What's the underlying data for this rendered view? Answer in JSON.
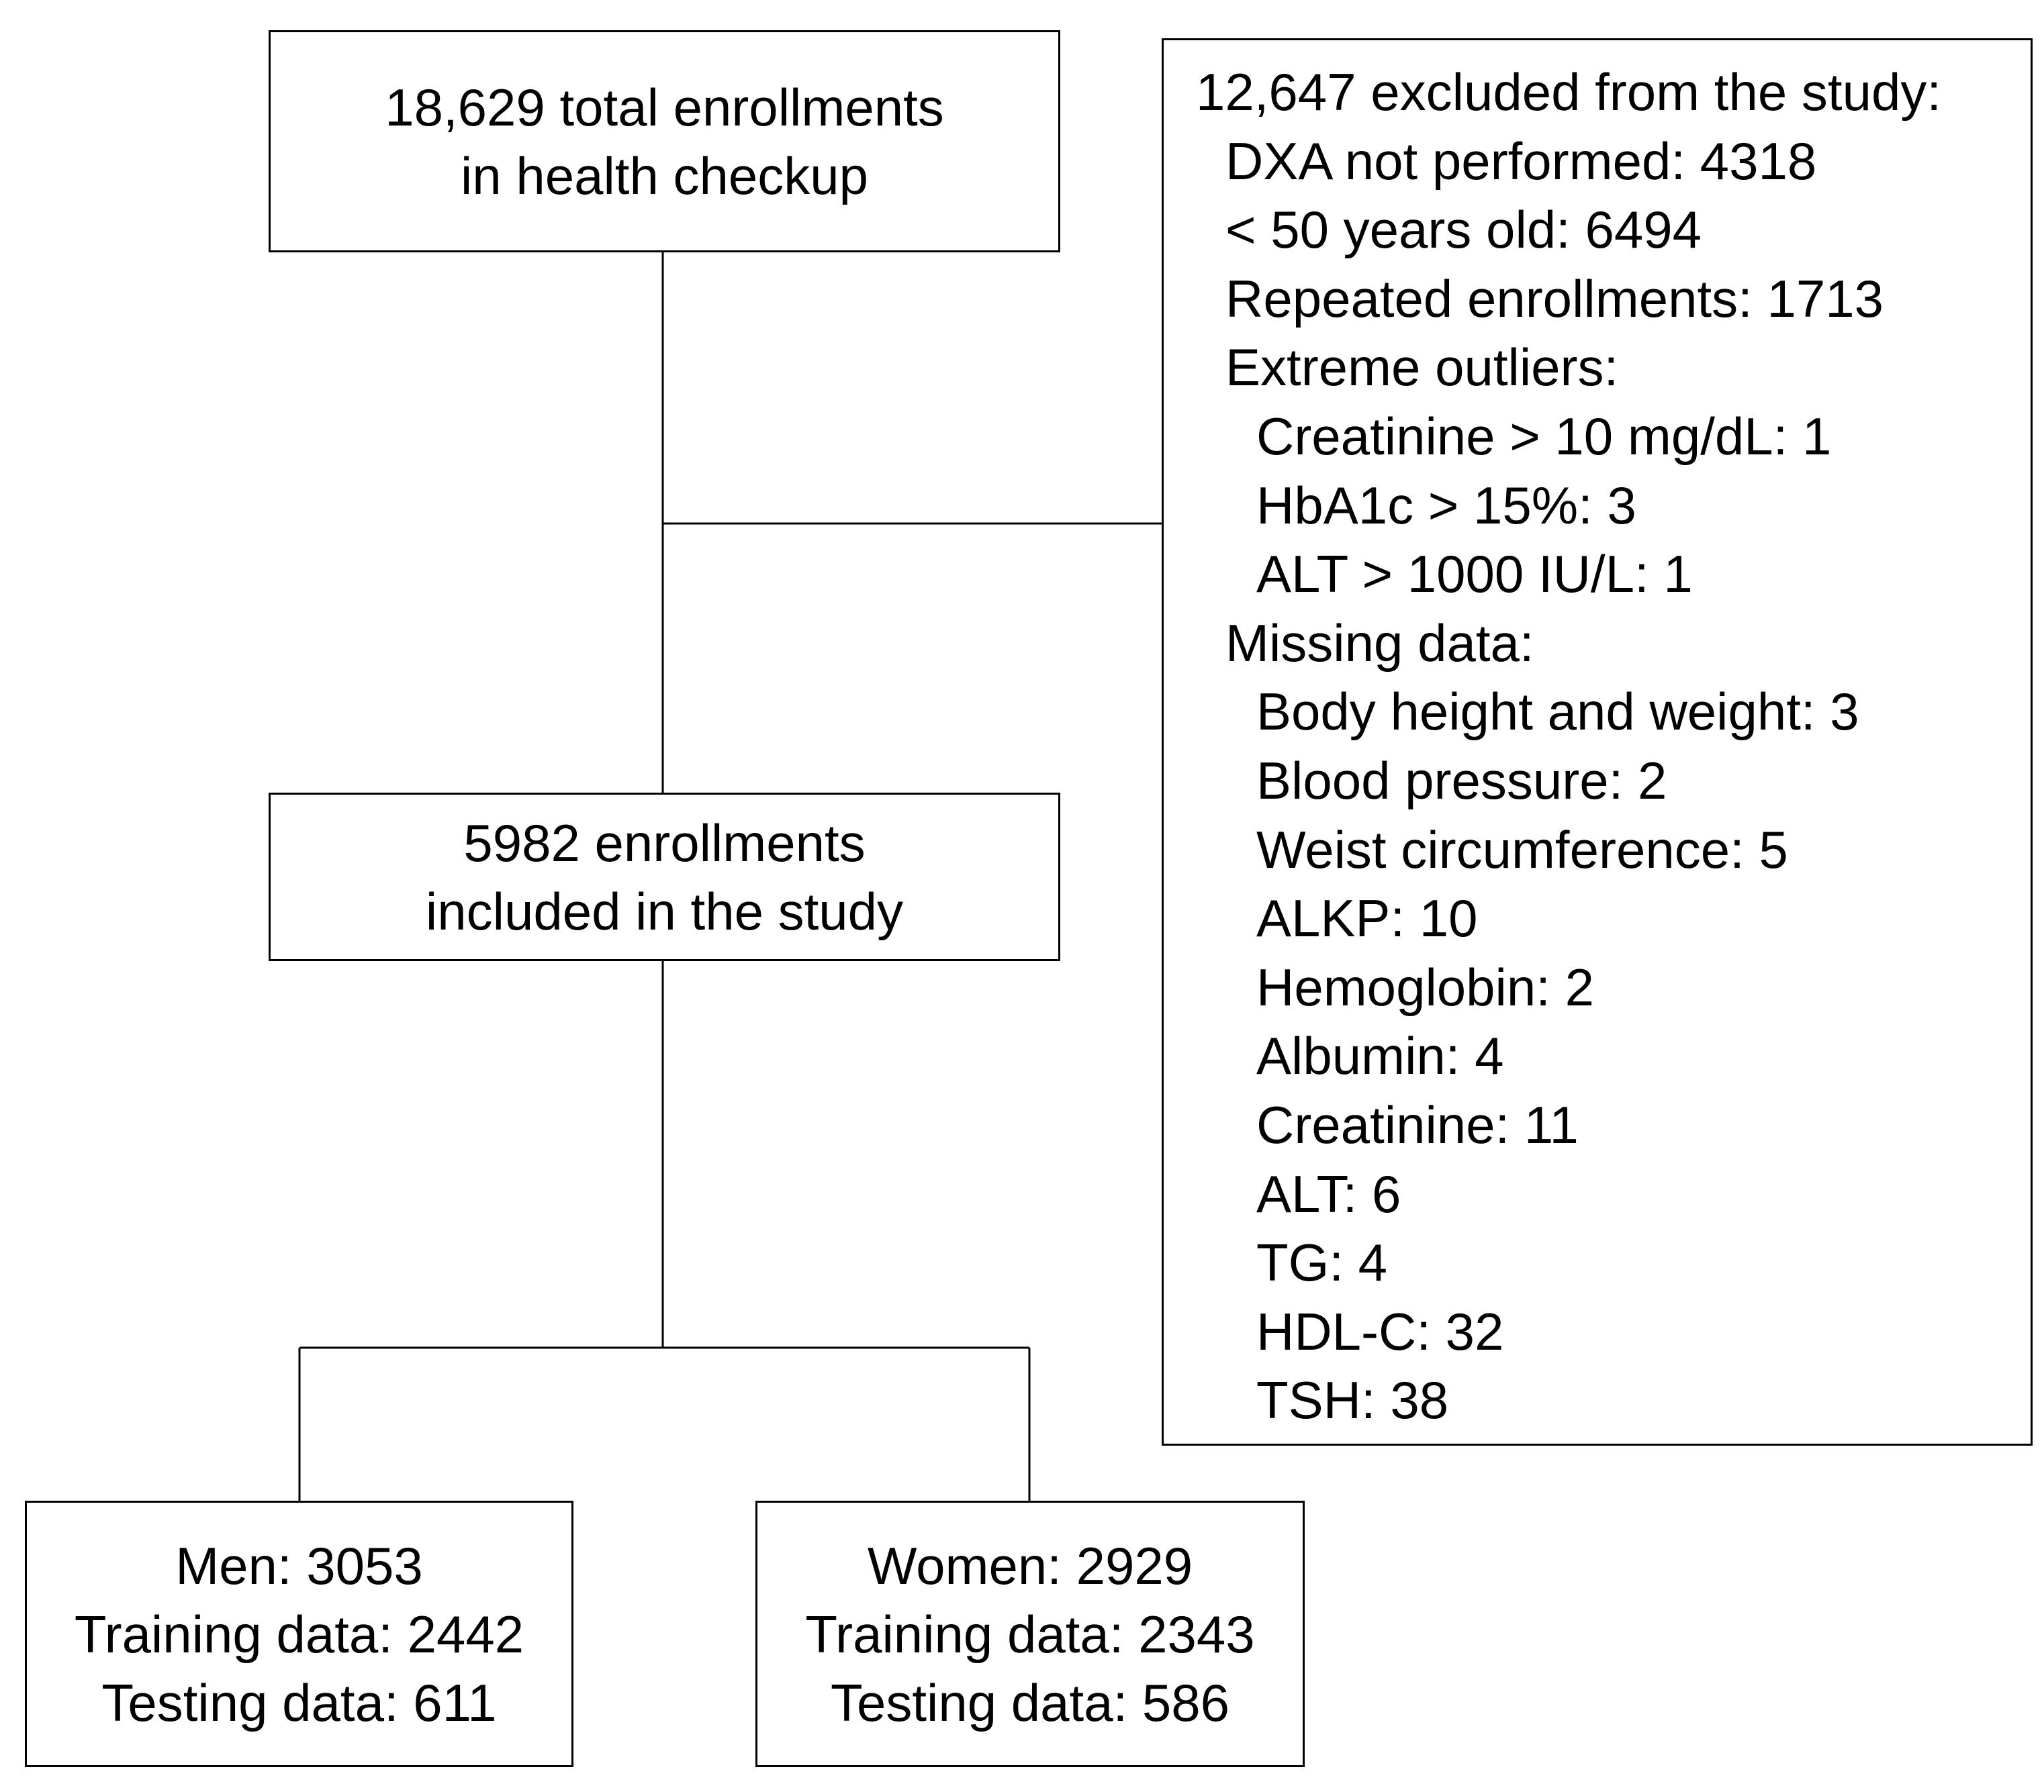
{
  "total_box": {
    "lines": [
      "18,629 total enrollments",
      "in health checkup"
    ]
  },
  "included_box": {
    "lines": [
      "5982 enrollments",
      "included in the study"
    ]
  },
  "men_box": {
    "lines": [
      "Men: 3053",
      "Training data: 2442",
      "Testing data: 611"
    ]
  },
  "women_box": {
    "lines": [
      "Women: 2929",
      "Training data: 2343",
      "Testing data: 586"
    ]
  },
  "excluded_box": {
    "header": "12,647 excluded from the study:",
    "dxa": "DXA not performed: 4318",
    "under50": "< 50 years old: 6494",
    "repeated": "Repeated enrollments: 1713",
    "outliers_header": "Extreme outliers:",
    "outliers": [
      "Creatinine > 10 mg/dL: 1",
      "HbA1c > 15%: 3",
      "ALT > 1000 IU/L: 1"
    ],
    "missing_header": "Missing data:",
    "missing": [
      "Body height and weight: 3",
      "Blood pressure: 2",
      "Weist circumference: 5",
      "ALKP: 10",
      "Hemoglobin: 2",
      "Albumin: 4",
      "Creatinine: 11",
      "ALT: 6",
      "TG: 4",
      "HDL-C: 32",
      "TSH: 38"
    ]
  }
}
